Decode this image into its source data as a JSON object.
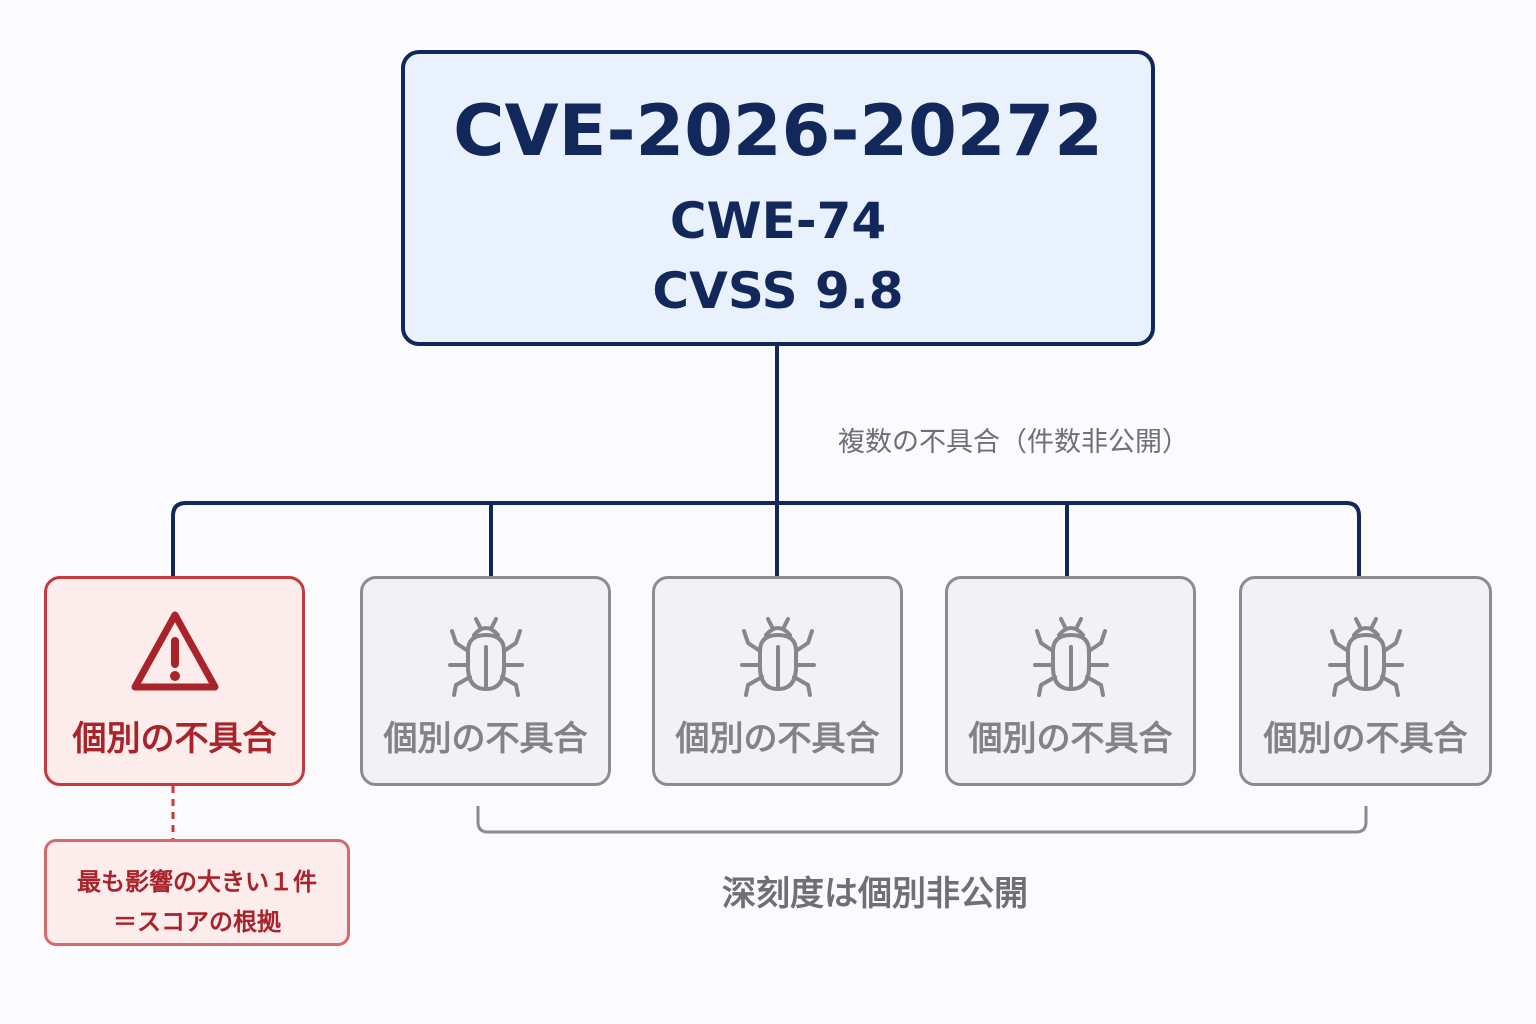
{
  "root": {
    "cve_id": "CVE-2026-20272",
    "cwe": "CWE-74",
    "cvss": "CVSS 9.8"
  },
  "branch_label": "複数の不具合（件数非公開）",
  "leaves": [
    {
      "label": "個別の不具合",
      "icon": "warning-triangle-icon",
      "highlighted": true
    },
    {
      "label": "個別の不具合",
      "icon": "bug-icon",
      "highlighted": false
    },
    {
      "label": "個別の不具合",
      "icon": "bug-icon",
      "highlighted": false
    },
    {
      "label": "個別の不具合",
      "icon": "bug-icon",
      "highlighted": false
    },
    {
      "label": "個別の不具合",
      "icon": "bug-icon",
      "highlighted": false
    }
  ],
  "note": {
    "line1": "最も影響の大きい１件",
    "line2": "＝スコアの根拠"
  },
  "bracket_label": "深刻度は個別非公開",
  "colors": {
    "navy": "#12275a",
    "root_fill": "#e8f1fc",
    "red": "#c43a3e",
    "red_text": "#a8242a",
    "red_fill": "#fcecec",
    "gray_border": "#8b8b90",
    "gray_fill": "#f2f2f4",
    "gray_text": "#828288"
  }
}
